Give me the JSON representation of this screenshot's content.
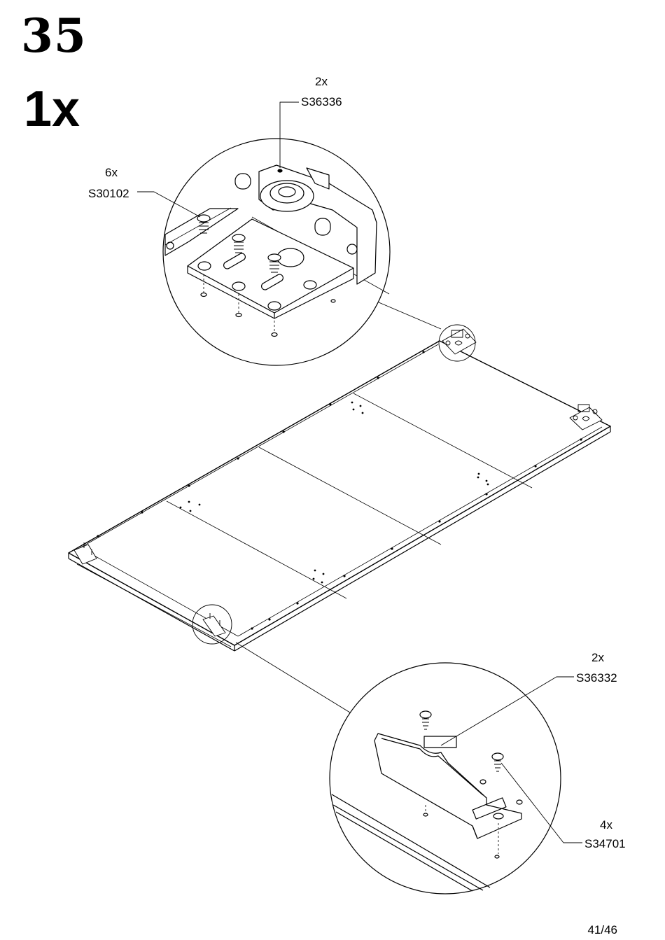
{
  "step": {
    "number": "35",
    "quantity": "1x"
  },
  "parts": [
    {
      "id": "S36336",
      "qty": "2x"
    },
    {
      "id": "S30102",
      "qty": "6x"
    },
    {
      "id": "S36332",
      "qty": "2x"
    },
    {
      "id": "S34701",
      "qty": "4x"
    }
  ],
  "footer": {
    "page": "41/46"
  }
}
